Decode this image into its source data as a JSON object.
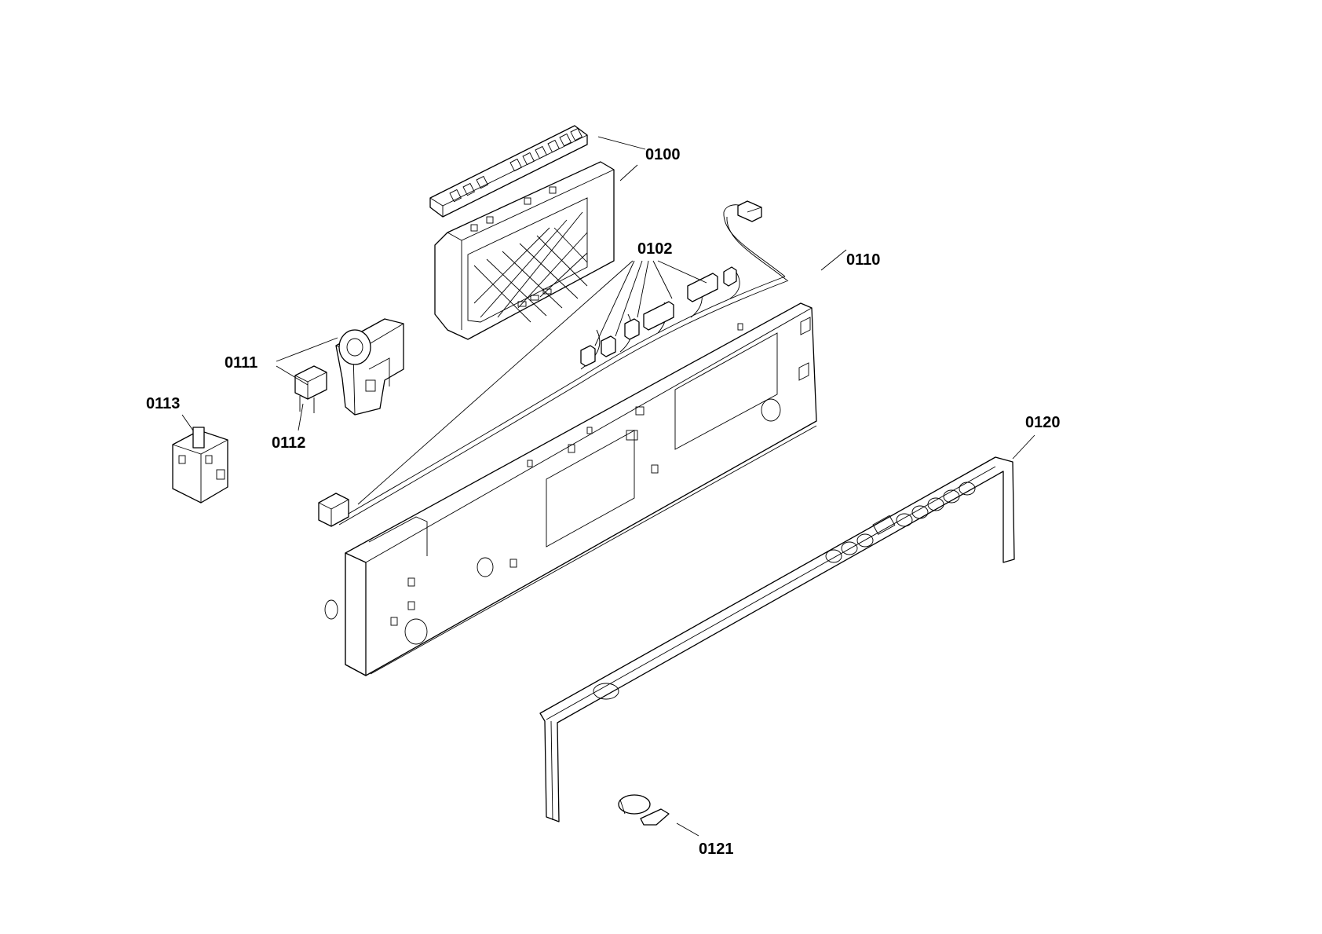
{
  "diagram": {
    "callouts": {
      "c0100": "0100",
      "c0102": "0102",
      "c0110": "0110",
      "c0111": "0111",
      "c0112": "0112",
      "c0113": "0113",
      "c0120": "0120",
      "c0121": "0121"
    },
    "icons": [
      "electronic-module",
      "wiring-harness",
      "control-panel-frame",
      "door-switch",
      "interference-suppressor",
      "power-switch",
      "fascia-panel",
      "clip"
    ],
    "colors": {
      "line": "#000000",
      "background": "#ffffff"
    }
  }
}
